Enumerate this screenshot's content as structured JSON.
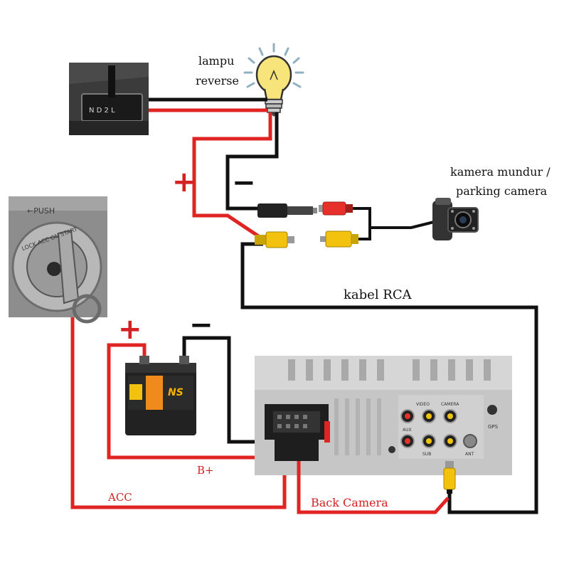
{
  "labels": {
    "lamp_line1": "lampu",
    "lamp_line2": "reverse",
    "camera_line1": "kamera mundur /",
    "camera_line2": "parking camera",
    "rca_cable": "kabel RCA",
    "bplus": "B+",
    "acc": "ACC",
    "back_camera": "Back Camera",
    "plus_top": "+",
    "minus_top": "−",
    "plus_battery": "+",
    "minus_battery": "−"
  },
  "photos": {
    "gear_indicator": "N D 2 L",
    "ignition_push": "←PUSH",
    "ignition_positions": "LOCK ACC ON START",
    "battery_brand": "NS",
    "head_unit_ports": [
      "VIDEO",
      "CAMERA",
      "AUX",
      "SUB",
      "ANT",
      "GPS"
    ]
  },
  "colors": {
    "wire_red": "#e02424",
    "wire_black": "#111111",
    "rca_yellow": "#f2c20f",
    "rca_red": "#e8302a",
    "head_unit": "#c6c6c6",
    "battery": "#222222"
  }
}
